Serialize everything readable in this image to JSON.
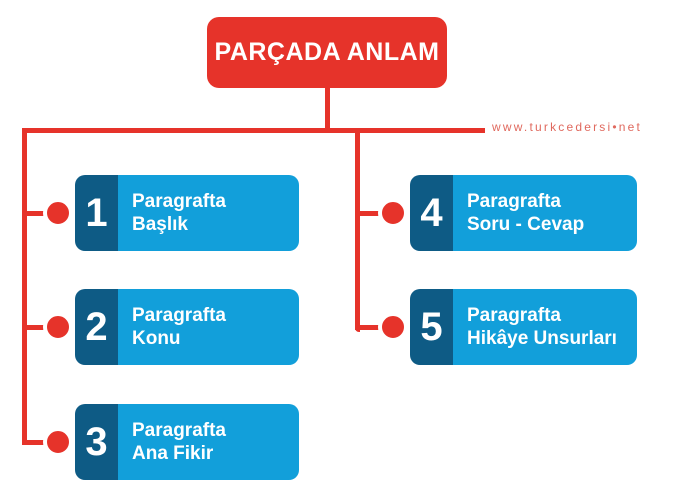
{
  "title": "PARÇADA ANLAM",
  "watermark": "www.turkcedersi•net",
  "colors": {
    "accent_red": "#e6332a",
    "dark_blue": "#0e5b85",
    "light_blue": "#129fda",
    "watermark_red": "#e0695e",
    "background": "#ffffff"
  },
  "items": [
    {
      "number": "1",
      "line1": "Paragrafta",
      "line2": "Başlık"
    },
    {
      "number": "2",
      "line1": "Paragrafta",
      "line2": "Konu"
    },
    {
      "number": "3",
      "line1": "Paragrafta",
      "line2": "Ana Fikir"
    },
    {
      "number": "4",
      "line1": "Paragrafta",
      "line2": "Soru - Cevap"
    },
    {
      "number": "5",
      "line1": "Paragrafta",
      "line2": "Hikâye Unsurları"
    }
  ]
}
